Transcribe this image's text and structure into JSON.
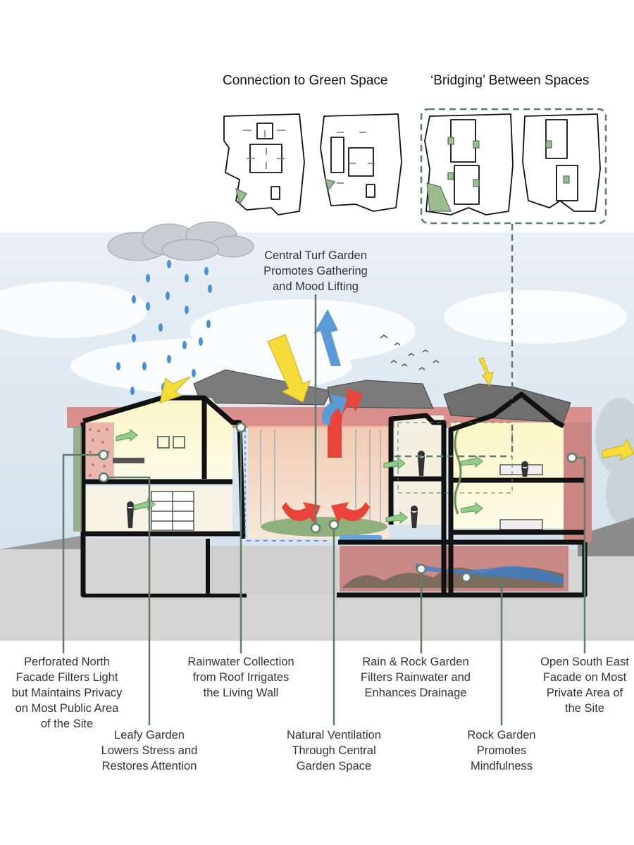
{
  "headings": {
    "connection": "Connection to Green Space",
    "bridging": "‘Bridging’ Between Spaces"
  },
  "labels": {
    "central_turf": [
      "Central Turf Garden",
      "Promotes Gathering",
      "and Mood Lifting"
    ],
    "north_facade": [
      "Perforated North",
      "Facade Filters Light",
      "but Maintains Privacy",
      "on Most Public Area",
      "of the Site"
    ],
    "leafy_garden": [
      "Leafy Garden",
      "Lowers Stress and",
      "Restores Attention"
    ],
    "rainwater": [
      "Rainwater Collection",
      "from Roof Irrigates",
      "the Living Wall"
    ],
    "ventilation": [
      "Natural Ventilation",
      "Through Central",
      "Garden Space"
    ],
    "rain_rock": [
      "Rain & Rock Garden",
      "Filters Rainwater and",
      "Enhances Drainage"
    ],
    "rock_garden": [
      "Rock Garden",
      "Promotes",
      "Mindfulness"
    ],
    "south_east": [
      "Open South East",
      "Facade on Most",
      "Private Area of",
      "the Site"
    ]
  },
  "colors": {
    "leader": "#5f7d6b",
    "sky": "#dfe9f1",
    "structure": "#111111",
    "roof": "#7a7a7a",
    "facade": "#d9908c",
    "warm_arrow": "#f3dc3c",
    "hot_arrow": "#e8443a",
    "cool_arrow": "#5b9bd5",
    "ground": "#cfcfcf"
  }
}
